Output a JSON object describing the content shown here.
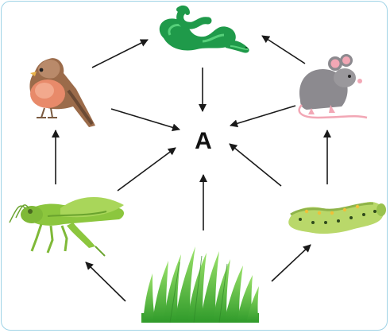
{
  "diagram": {
    "center_label": "A",
    "organisms": [
      {
        "id": "snake",
        "icon": "snake-icon"
      },
      {
        "id": "bird",
        "icon": "bird-icon"
      },
      {
        "id": "mouse",
        "icon": "mouse-icon"
      },
      {
        "id": "grasshopper",
        "icon": "grasshopper-icon"
      },
      {
        "id": "caterpillar",
        "icon": "caterpillar-icon"
      },
      {
        "id": "grass",
        "icon": "grass-icon"
      }
    ],
    "feeding_links": [
      {
        "from": "grass",
        "to": "grasshopper"
      },
      {
        "from": "grass",
        "to": "caterpillar"
      },
      {
        "from": "grass",
        "to": "A"
      },
      {
        "from": "grasshopper",
        "to": "bird"
      },
      {
        "from": "grasshopper",
        "to": "A"
      },
      {
        "from": "caterpillar",
        "to": "mouse"
      },
      {
        "from": "caterpillar",
        "to": "A"
      },
      {
        "from": "bird",
        "to": "snake"
      },
      {
        "from": "bird",
        "to": "A"
      },
      {
        "from": "mouse",
        "to": "snake"
      },
      {
        "from": "mouse",
        "to": "A"
      },
      {
        "from": "snake",
        "to": "A"
      }
    ],
    "colors": {
      "arrow": "#1a1a1a",
      "frame_border": "#9fd3e6",
      "snake_green": "#1f9a4a",
      "grass_green": "#5cc63a",
      "grasshopper_green": "#8cc63e",
      "caterpillar_green": "#b9d86a",
      "mouse_gray": "#8c8a8f",
      "bird_orange": "#d9805a"
    }
  }
}
